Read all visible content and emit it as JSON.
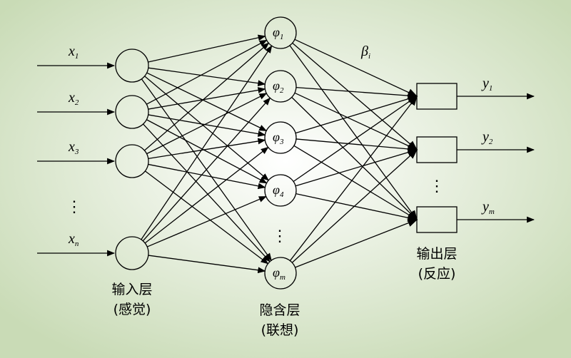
{
  "input_layer": {
    "nodes": [
      {
        "var": "x",
        "sub": "1"
      },
      {
        "var": "x",
        "sub": "2"
      },
      {
        "var": "x",
        "sub": "3"
      },
      {
        "var": "x",
        "sub": "n"
      }
    ],
    "ellipsis": "⋮",
    "caption_line1": "输入层",
    "caption_line2": "(感觉)"
  },
  "hidden_layer": {
    "nodes": [
      {
        "var": "φ",
        "sub": "1"
      },
      {
        "var": "φ",
        "sub": "2"
      },
      {
        "var": "φ",
        "sub": "3"
      },
      {
        "var": "φ",
        "sub": "4"
      },
      {
        "var": "φ",
        "sub": "m"
      }
    ],
    "ellipsis": "⋮",
    "caption_line1": "隐含层",
    "caption_line2": "(联想)"
  },
  "weight_label": {
    "var": "β",
    "sub": "i"
  },
  "output_layer": {
    "nodes": [
      {
        "var": "y",
        "sub": "1"
      },
      {
        "var": "y",
        "sub": "2"
      },
      {
        "var": "y",
        "sub": "m"
      }
    ],
    "ellipsis": "⋮",
    "caption_line1": "输出层",
    "caption_line2": "(反应)"
  },
  "colors": {
    "background_center": "#ffffff",
    "background_edge": "#c9dbb6",
    "stroke": "#000000"
  }
}
